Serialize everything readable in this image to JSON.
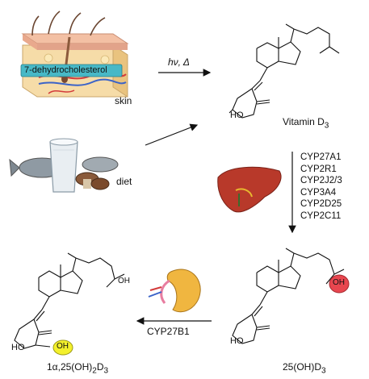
{
  "skin": {
    "precursor_label": "7-dehydrocholesterol",
    "caption": "skin"
  },
  "diet": {
    "caption": "diet"
  },
  "reaction1": {
    "conditions": "hν, Δ"
  },
  "vitamin_d3": {
    "name": "Vitamin D",
    "subscript": "3",
    "ho_label": "HO"
  },
  "liver": {
    "enzymes": [
      "CYP27A1",
      "CYP2R1",
      "CYP2J2/3",
      "CYP3A4",
      "CYP2D25",
      "CYP2C11"
    ]
  },
  "hydroxy_25": {
    "name": "25(OH)D",
    "subscript": "3",
    "ho_label": "HO",
    "oh_label": "OH"
  },
  "kidney": {
    "enzyme": "CYP27B1"
  },
  "calcitriol": {
    "name_prefix": "1α,25(OH)",
    "sub1": "2",
    "mid": "D",
    "sub2": "3",
    "ho_label": "HO",
    "oh_label": "OH",
    "oh_side_label": "OH"
  },
  "colors": {
    "oh_red": "#e8464f",
    "oh_yellow": "#f3f02c",
    "skin_tag": "#48b8c6",
    "liver": "#b8392a",
    "kidney": "#f0b640"
  }
}
